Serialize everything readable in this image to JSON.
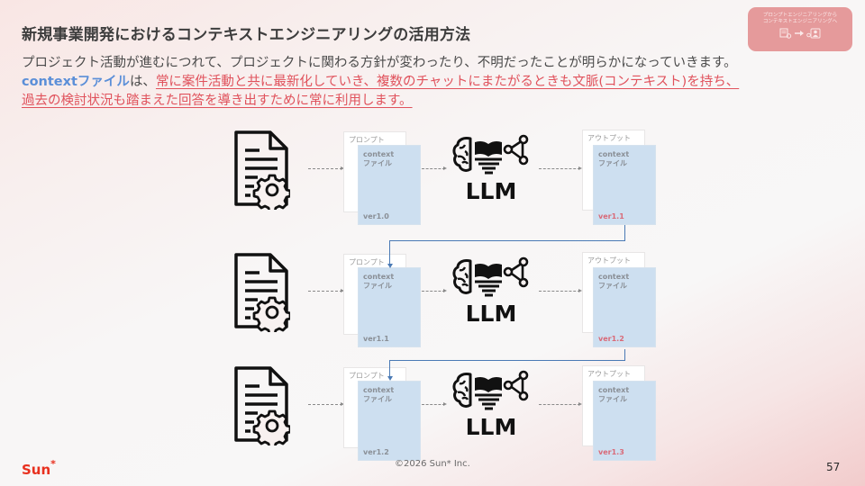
{
  "slide": {
    "title": "新規事業開発におけるコンテキストエンジニアリングの活用方法",
    "badge": {
      "line1": "プロンプトエンジニアリングから",
      "line2": "コンテキストエンジニアリングへ"
    },
    "intro": {
      "line1": "プロジェクト活動が進むにつれて、プロジェクトに関わる方針が変わったり、不明だったことが明らかになっていきます。",
      "keyword": "contextファイル",
      "particle": "は、",
      "highlight1": "常に案件活動と共に最新化していき、複数のチャットにまたがるときも文脈(コンテキスト)を持ち、",
      "highlight2": "過去の検討状況も踏まえた回答を導き出すために常に利用します。"
    },
    "colors": {
      "accent_blue": "#5b8fd8",
      "highlight_red": "#e0525c",
      "card_blue": "#cddff0",
      "badge_pink": "#e59a9b",
      "flow_line": "#4a7ab5",
      "logo_red": "#e8301e"
    }
  },
  "diagram": {
    "rows": [
      {
        "input_label": "プロンプト",
        "input_card": {
          "line1": "context",
          "line2": "ファイル",
          "version": "ver1.0"
        },
        "model_label": "LLM",
        "output_label": "アウトプット",
        "output_card": {
          "line1": "context",
          "line2": "ファイル",
          "version": "ver1.1"
        }
      },
      {
        "input_label": "プロンプト",
        "input_card": {
          "line1": "context",
          "line2": "ファイル",
          "version": "ver1.1"
        },
        "model_label": "LLM",
        "output_label": "アウトプット",
        "output_card": {
          "line1": "context",
          "line2": "ファイル",
          "version": "ver1.2"
        }
      },
      {
        "input_label": "プロンプト",
        "input_card": {
          "line1": "context",
          "line2": "ファイル",
          "version": "ver1.2"
        },
        "model_label": "LLM",
        "output_label": "アウトプット",
        "output_card": {
          "line1": "context",
          "line2": "ファイル",
          "version": "ver1.3"
        }
      }
    ]
  },
  "footer": {
    "logo_text": "Sun",
    "logo_mark": "*",
    "copyright": "©2026 Sun* Inc.",
    "page_number": "57"
  }
}
